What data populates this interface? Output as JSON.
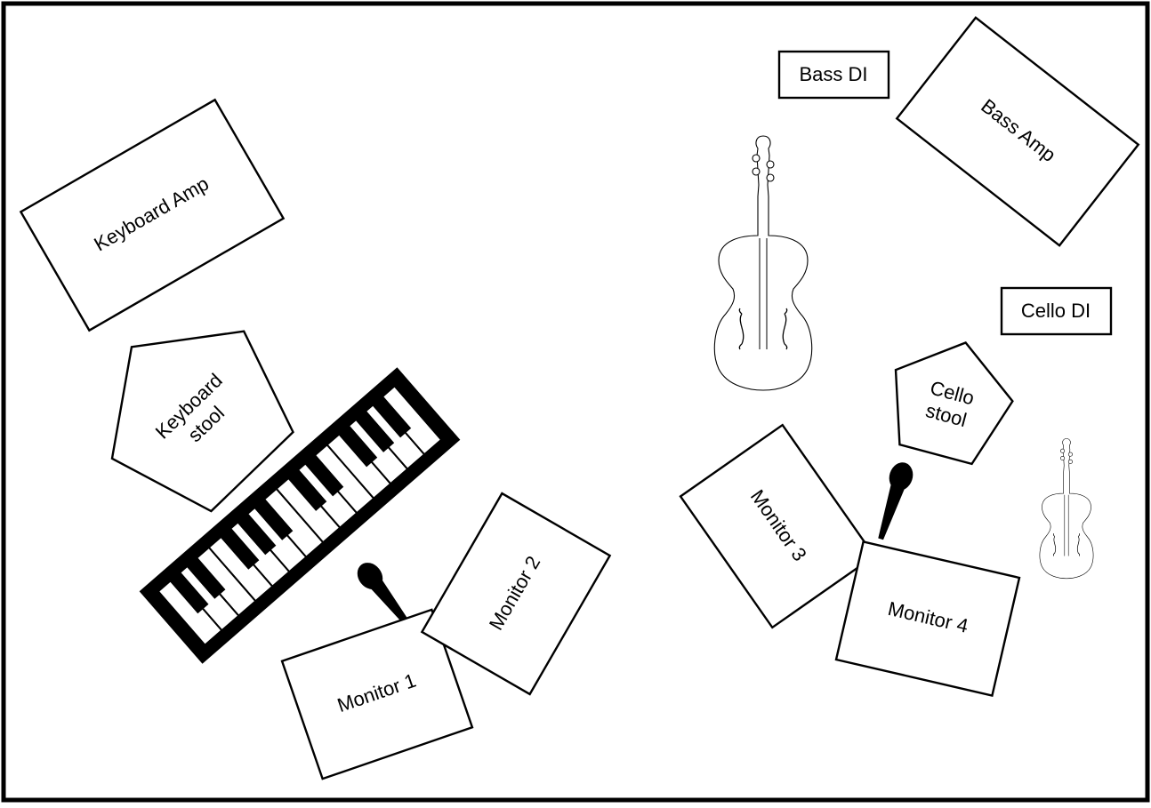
{
  "stage_plot": {
    "labels": {
      "keyboard_amp": "Keyboard Amp",
      "keyboard_stool_line1": "Keyboard",
      "keyboard_stool_line2": "stool",
      "bass_di": "Bass DI",
      "bass_amp": "Bass Amp",
      "cello_di": "Cello DI",
      "cello_stool_line1": "Cello",
      "cello_stool_line2": "stool",
      "monitor_1": "Monitor 1",
      "monitor_2": "Monitor 2",
      "monitor_3": "Monitor 3",
      "monitor_4": "Monitor 4"
    },
    "icons": [
      "keyboard-icon",
      "microphone-icon",
      "cello-icon",
      "violin-icon"
    ],
    "colors": {
      "ink": "#000000",
      "background": "#ffffff"
    }
  }
}
